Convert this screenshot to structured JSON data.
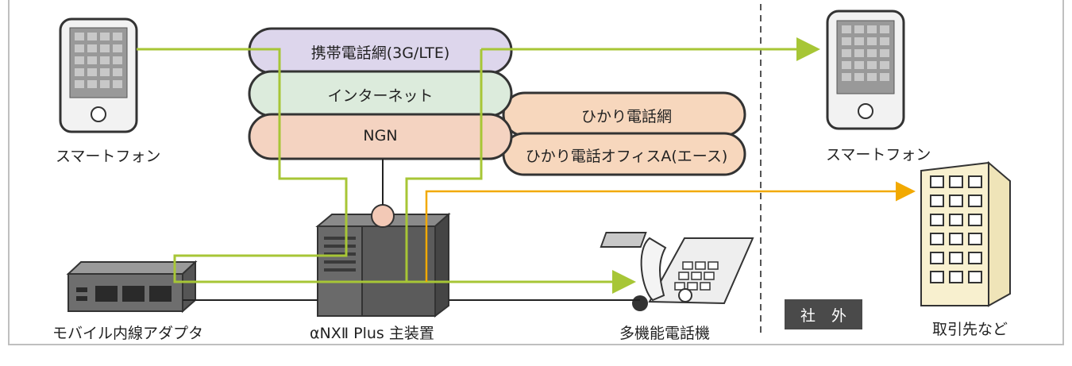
{
  "networks": {
    "mobile": "携帯電話網(3G/LTE)",
    "internet": "インターネット",
    "ngn": "NGN",
    "hikari_net": "ひかり電話網",
    "hikari_office": "ひかり電話オフィスA(エース)"
  },
  "devices": {
    "smartphone_left": "スマートフォン",
    "smartphone_right": "スマートフォン",
    "mobile_adapter": "モバイル内線アダプタ",
    "main_unit": "αNXⅡ Plus 主装置",
    "multi_phone": "多機能電話機",
    "client": "取引先など"
  },
  "zones": {
    "external": "社外"
  },
  "colors": {
    "green_line": "#a7c636",
    "orange_line": "#f2a900",
    "mobile_cloud": "#ddd6ec",
    "internet_cloud": "#dcebdc",
    "ngn_cloud": "#f4d3c1",
    "hikari_cloud": "#f7d7bd",
    "building_fill": "#f8f0cf"
  }
}
